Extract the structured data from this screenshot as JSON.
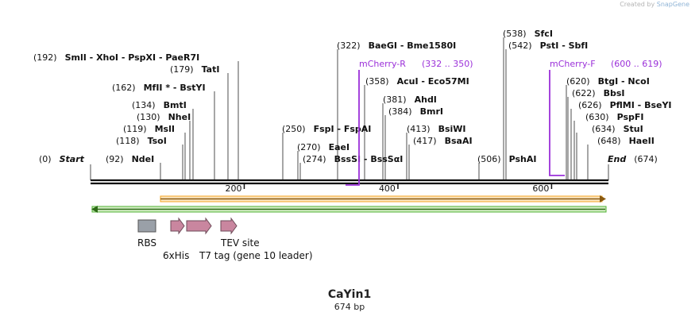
{
  "watermark": {
    "prefix": "Created by",
    "brand": "SnapGene"
  },
  "sequence": {
    "name": "CaYin1",
    "length_label": "674 bp",
    "length": 674
  },
  "ruler": {
    "ticks": [
      200,
      400,
      600
    ]
  },
  "colors": {
    "primer": "#9b30d9",
    "feature_fill": "#c9869f",
    "feature_stroke": "#6d4b58",
    "rbs_fill": "#9aa0a8",
    "orange_bar": "#f5a623",
    "green_bar": "#4caf2f",
    "text": "#111111"
  },
  "sites": [
    {
      "name": "Start",
      "pos": "(0)",
      "italic": true
    },
    {
      "name": "NdeI",
      "pos": "(92)"
    },
    {
      "name": "TsoI",
      "pos": "(118)"
    },
    {
      "name": "MslI",
      "pos": "(119)"
    },
    {
      "name": "NheI",
      "pos": "(130)"
    },
    {
      "name": "BmtI",
      "pos": "(134)"
    },
    {
      "name": "MfII * - BstYI",
      "pos": "(162)"
    },
    {
      "name": "TatI",
      "pos": "(179)"
    },
    {
      "name": "SmlI - XhoI - PspXI - PaeR7I",
      "pos": "(192)"
    },
    {
      "name": "FspI - FspAI",
      "pos": "(250)"
    },
    {
      "name": "EaeI",
      "pos": "(270)"
    },
    {
      "name": "BssSI - BssSαI",
      "pos": "(274)"
    },
    {
      "name": "BaeGI - Bme1580I",
      "pos": "(322)"
    },
    {
      "name": "AcuI - Eco57MI",
      "pos": "(358)"
    },
    {
      "name": "AhdI",
      "pos": "(381)"
    },
    {
      "name": "BmrI",
      "pos": "(384)"
    },
    {
      "name": "BsiWI",
      "pos": "(413)"
    },
    {
      "name": "BsaAI",
      "pos": "(417)"
    },
    {
      "name": "PshAI",
      "pos": "(506)"
    },
    {
      "name": "SfcI",
      "pos": "(538)"
    },
    {
      "name": "PstI - SbfI",
      "pos": "(542)"
    },
    {
      "name": "BtgI - NcoI",
      "pos": "(620)"
    },
    {
      "name": "BbsI",
      "pos": "(622)"
    },
    {
      "name": "PflMI - BseYI",
      "pos": "(626)"
    },
    {
      "name": "PspFI",
      "pos": "(630)"
    },
    {
      "name": "StuI",
      "pos": "(634)"
    },
    {
      "name": "HaeII",
      "pos": "(648)"
    },
    {
      "name": "End",
      "pos": "(674)",
      "italic": true
    }
  ],
  "primers": [
    {
      "name": "mCherry-R",
      "range": "(332 .. 350)"
    },
    {
      "name": "mCherry-F",
      "range": "(600 .. 619)"
    }
  ],
  "features": [
    {
      "name": "RBS"
    },
    {
      "name": "6xHis"
    },
    {
      "name": "T7 tag (gene 10 leader)"
    },
    {
      "name": "TEV site"
    }
  ]
}
